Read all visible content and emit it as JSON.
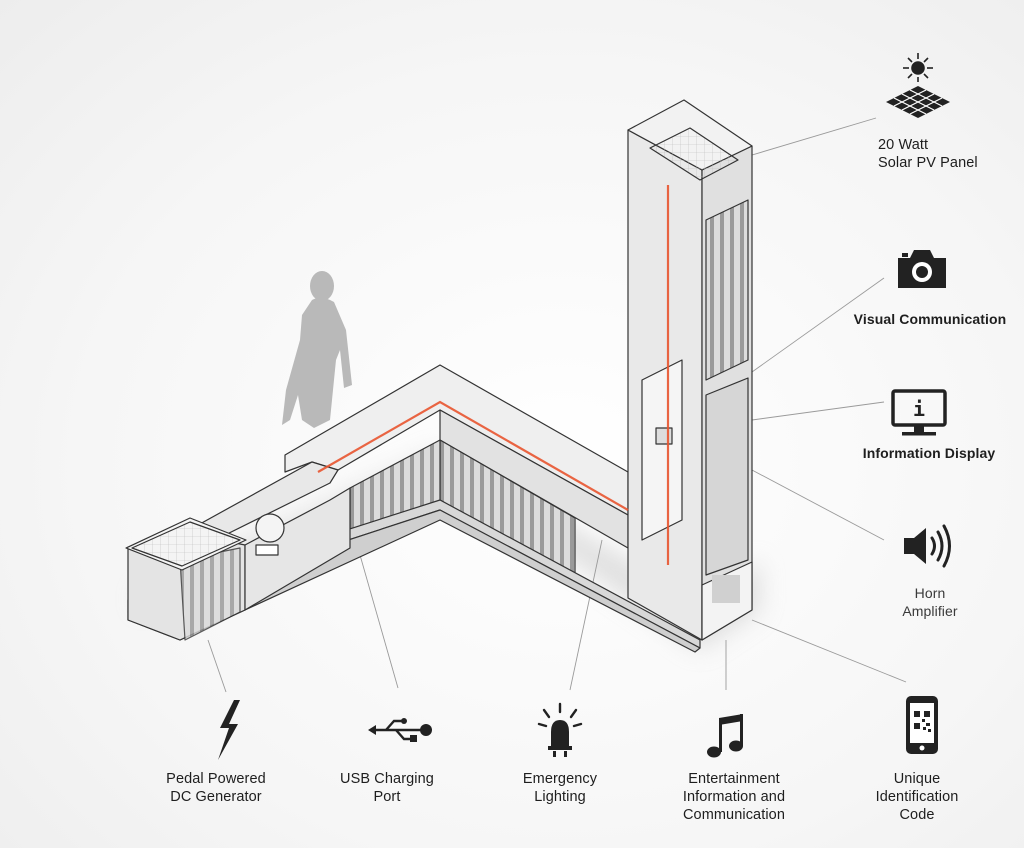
{
  "labels": {
    "solar": "20 Watt\nSolar PV Panel",
    "camera": "Visual Communication",
    "display": "Information Display",
    "horn": "Horn\nAmplifier",
    "pedal": "Pedal Powered\nDC Generator",
    "usb": "USB Charging\nPort",
    "emergency": "Emergency\nLighting",
    "entertainment": "Entertainment\nInformation and\nCommunication",
    "unique": "Unique\nIdentification\nCode"
  },
  "display_icon_glyph": "i",
  "icons": [
    "sun-panel-icon",
    "camera-icon",
    "monitor-icon",
    "speaker-icon",
    "lightning-icon",
    "usb-icon",
    "beacon-icon",
    "music-note-icon",
    "smartphone-qr-icon"
  ],
  "colors": {
    "accent_line": "#e8542f",
    "structure": "#333333",
    "surface": "#ececec",
    "shadow": "#d9d9d9",
    "silhouette": "#b9b9b9"
  }
}
